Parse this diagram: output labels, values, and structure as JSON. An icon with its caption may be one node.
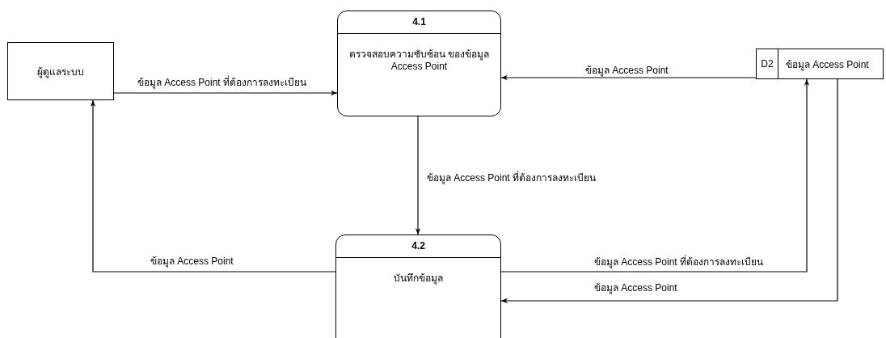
{
  "diagram": {
    "nodes": [
      {
        "text": [
          "ผู้ดูแลระบบ"
        ]
      },
      {
        "text": [
          "4.1",
          "ตรวจสอบความซับซ้อน ของข้อมูล Access Point"
        ]
      },
      {
        "text": [
          "D2",
          "ข้อมูล Access Point"
        ]
      },
      {
        "text": [
          "4.2",
          "บันทึกข้อมูล"
        ]
      }
    ],
    "edges": [
      {
        "from": 0,
        "to": 1,
        "arrow": "to",
        "label": "ข้อมูล Access Point ที่ต้องการลงทะเบียน"
      },
      {
        "from": 2,
        "to": 1,
        "arrow": "to",
        "label": "ข้อมูล Access Point"
      },
      {
        "from": 1,
        "to": 3,
        "arrow": "to",
        "label": "ข้อมูล Access Point ที่ต้องการลงทะเบียน"
      },
      {
        "from": 3,
        "to": 0,
        "arrow": "to",
        "label": "ข้อมูล Access Point"
      },
      {
        "from": 3,
        "to": 2,
        "arrow": "to",
        "label": "ข้อมูล Access Point ที่ต้องการลงทะเบียน"
      },
      {
        "from": 2,
        "to": 3,
        "arrow": "to",
        "label": "ข้อมูล Access Point"
      }
    ]
  }
}
